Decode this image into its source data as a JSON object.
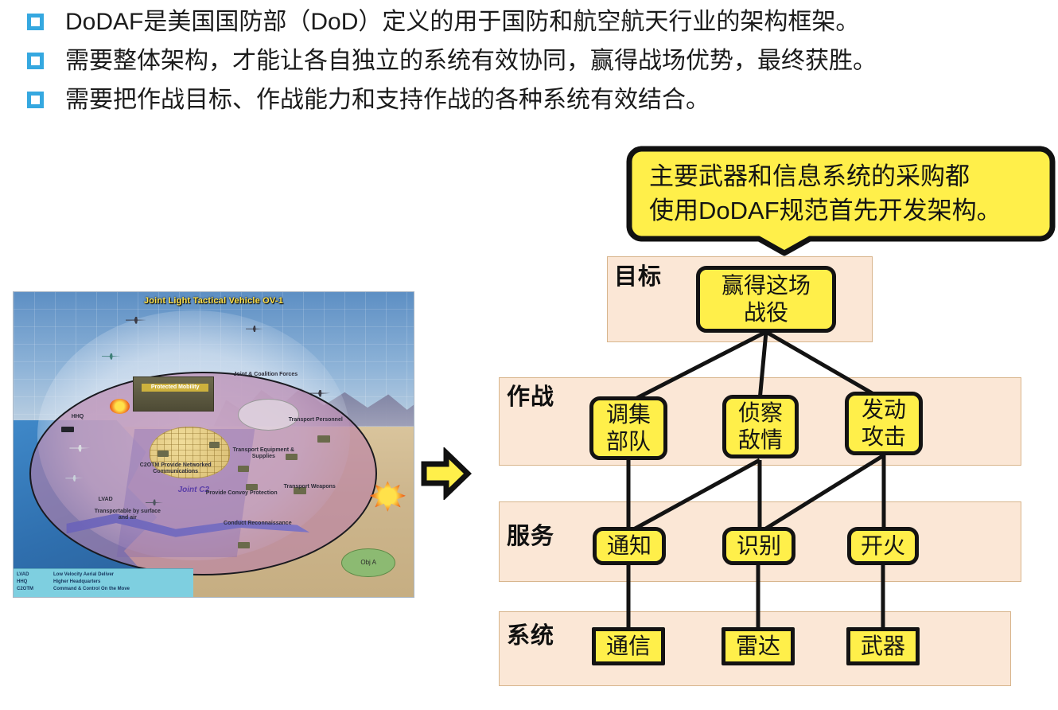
{
  "bullets": [
    {
      "marker": "square-bullet",
      "text": "DoDAF是美国国防部（DoD）定义的用于国防和航空航天行业的架构框架。"
    },
    {
      "marker": "square-bullet",
      "text": "需要整体架构，才能让各自独立的系统有效协同，赢得战场优势，最终获胜。"
    },
    {
      "marker": "square-bullet",
      "text": "需要把作战目标、作战能力和支持作战的各种系统有效结合。"
    }
  ],
  "callout": {
    "text": "主要武器和信息系统的采购都\n使用DoDAF规范首先开发架构。",
    "fill": "#ffef4a",
    "stroke": "#111111"
  },
  "arrow": {
    "name": "right-block-arrow",
    "fill": "#ffef4a",
    "stroke": "#111111"
  },
  "ov1": {
    "title": "Joint Light Tactical Vehicle  OV-1",
    "labels": [
      "Protected Mobility",
      "Joint & Coalition Forces",
      "HHQ",
      "Transport Personnel",
      "C2OTM Provide Networked Communications",
      "Transport Equipment & Supplies",
      "Transport Weapons",
      "Joint C2",
      "Provide Convoy Protection",
      "LVAD",
      "Transportable by surface and air",
      "Conduct Reconnaissance",
      "Obj A"
    ],
    "legend": [
      {
        "key": "LVAD",
        "value": "Low Velocity Aerial Deliver"
      },
      {
        "key": "HHQ",
        "value": "Higher  Headquarters"
      },
      {
        "key": "C2OTM",
        "value": "Command & Control On the Move"
      }
    ]
  },
  "diagram": {
    "band_fill": "#fbe7d6",
    "band_stroke": "#d8b58c",
    "node_fill": "#ffef4a",
    "node_stroke": "#131313",
    "layers": [
      {
        "id": "goal",
        "title": "目标",
        "nodes": [
          {
            "label": "赢得这场\n战役"
          }
        ]
      },
      {
        "id": "operation",
        "title": "作战",
        "nodes": [
          {
            "label": "调集\n部队"
          },
          {
            "label": "侦察\n敌情"
          },
          {
            "label": "发动\n攻击"
          }
        ]
      },
      {
        "id": "service",
        "title": "服务",
        "nodes": [
          {
            "label": "通知"
          },
          {
            "label": "识别"
          },
          {
            "label": "开火"
          }
        ]
      },
      {
        "id": "system",
        "title": "系统",
        "nodes": [
          {
            "label": "通信"
          },
          {
            "label": "雷达"
          },
          {
            "label": "武器"
          }
        ]
      }
    ]
  }
}
